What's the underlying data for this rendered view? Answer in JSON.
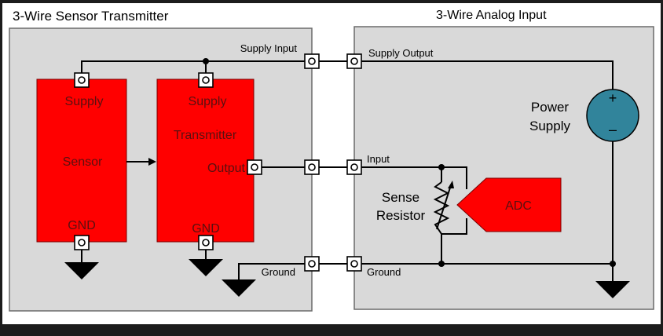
{
  "transmitter": {
    "title": "3-Wire Sensor Transmitter",
    "sensor_block": {
      "supply": "Supply",
      "name": "Sensor",
      "gnd": "GND"
    },
    "transmitter_block": {
      "supply": "Supply",
      "name": "Transmitter",
      "output": "Output",
      "gnd": "GND"
    },
    "supply_input_label": "Supply Input",
    "ground_label": "Ground"
  },
  "analog_input": {
    "title": "3-Wire Analog Input",
    "supply_output_label": "Supply Output",
    "input_label": "Input",
    "ground_label": "Ground",
    "sense_resistor": {
      "line1": "Sense",
      "line2": "Resistor"
    },
    "adc_label": "ADC",
    "power_supply": {
      "line1": "Power",
      "line2": "Supply",
      "plus": "+",
      "minus": "–"
    }
  },
  "colors": {
    "page_background": "#ffffff",
    "frame": "#1c1c1c",
    "panel_fill": "#d9d9d9",
    "block_red": "#ff0000",
    "block_text": "#5a1010",
    "power_supply_fill": "#31849b",
    "wire": "#000000"
  }
}
